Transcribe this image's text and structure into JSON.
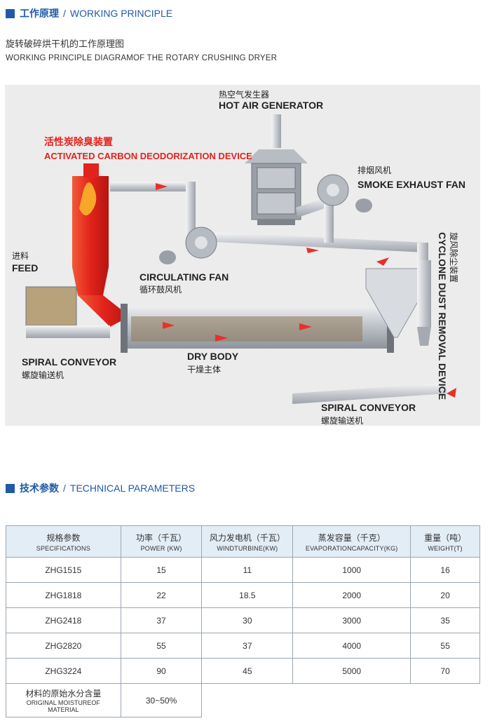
{
  "section1": {
    "title_cn": "工作原理",
    "separator": "/",
    "title_en": "WORKING PRINCIPLE"
  },
  "subtitle": {
    "cn": "旋转破碎烘干机的工作原理图",
    "en": "WORKING PRINCIPLE DIAGRAMOF THE ROTARY CRUSHING DRYER"
  },
  "diagram": {
    "hot_air_generator": {
      "cn": "热空气发生器",
      "en": "HOT AIR GENERATOR"
    },
    "deodorization": {
      "cn": "活性炭除臭装置",
      "en": "ACTIVATED CARBON DEODORIZATION DEVICE"
    },
    "smoke_fan": {
      "cn": "排烟风机",
      "en": "SMOKE EXHAUST FAN"
    },
    "feed": {
      "cn": "进料",
      "en": "FEED"
    },
    "circulating_fan": {
      "cn": "循环鼓风机",
      "en": "CIRCULATING FAN"
    },
    "cyclone": {
      "cn": "旋风除尘装置",
      "en": "CYCLONE DUST REMOVAL DEVICE"
    },
    "spiral_left": {
      "cn": "螺旋输送机",
      "en": "SPIRAL CONVEYOR"
    },
    "dry_body": {
      "cn": "干燥主体",
      "en": "DRY BODY"
    },
    "spiral_right": {
      "cn": "螺旋输送机",
      "en": "SPIRAL CONVEYOR"
    },
    "colors": {
      "red": "#e8302a",
      "pipe": "#c9ccd1",
      "accent": "#1f5aa8"
    }
  },
  "section2": {
    "title_cn": "技术参数",
    "separator": "/",
    "title_en": "TECHNICAL PARAMETERS"
  },
  "table": {
    "headers": [
      {
        "cn": "规格参数",
        "en": "SPECIFICATIONS"
      },
      {
        "cn": "功率（千瓦）",
        "en": "POWER (KW)"
      },
      {
        "cn": "风力发电机（千瓦）",
        "en": "WINDTURBINE(KW)"
      },
      {
        "cn": "蒸发容量（千克）",
        "en": "EVAPORATIONCAPACITY(KG)"
      },
      {
        "cn": "重量（吨）",
        "en": "WEIGHT(T)"
      }
    ],
    "rows": [
      [
        "ZHG1515",
        "15",
        "11",
        "1000",
        "16"
      ],
      [
        "ZHG1818",
        "22",
        "18.5",
        "2000",
        "20"
      ],
      [
        "ZHG2418",
        "37",
        "30",
        "3000",
        "35"
      ],
      [
        "ZHG2820",
        "55",
        "37",
        "4000",
        "55"
      ],
      [
        "ZHG3224",
        "90",
        "45",
        "5000",
        "70"
      ]
    ],
    "moisture": {
      "cn": "材料的原始水分含量",
      "en1": "ORIGINAL MOISTUREOF",
      "en2": "MATERIAL",
      "value": "30~50%"
    }
  }
}
